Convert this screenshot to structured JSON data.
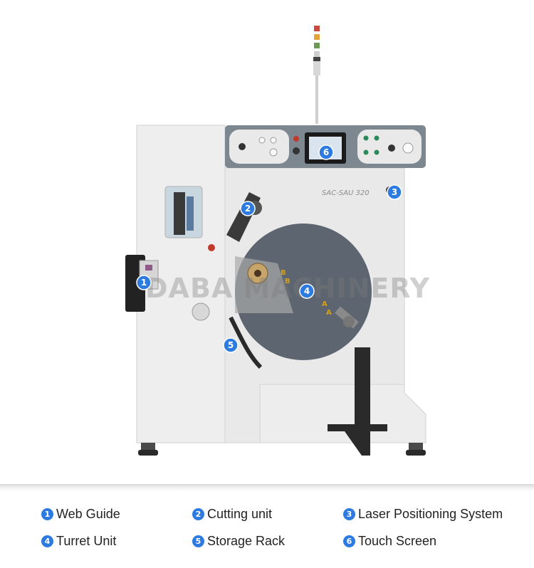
{
  "product": {
    "watermark": "DABA MACHINERY",
    "model_label": "SAC-SAU 320",
    "turret_marks": [
      "B",
      "B",
      "A",
      "A"
    ],
    "badges": [
      "1",
      "2",
      "3",
      "4",
      "5",
      "6"
    ]
  },
  "legend": [
    {
      "num": "1",
      "label": "Web Guide"
    },
    {
      "num": "2",
      "label": "Cutting unit"
    },
    {
      "num": "3",
      "label": "Laser Positioning System"
    },
    {
      "num": "4",
      "label": "Turret Unit"
    },
    {
      "num": "5",
      "label": "Storage Rack"
    },
    {
      "num": "6",
      "label": "Touch Screen"
    }
  ],
  "colors": {
    "badge": "#2d7be0",
    "frame": "#ebebeb",
    "panel": "#7d8790",
    "turret": "#5d6670",
    "stand": "#2a2a2a"
  }
}
